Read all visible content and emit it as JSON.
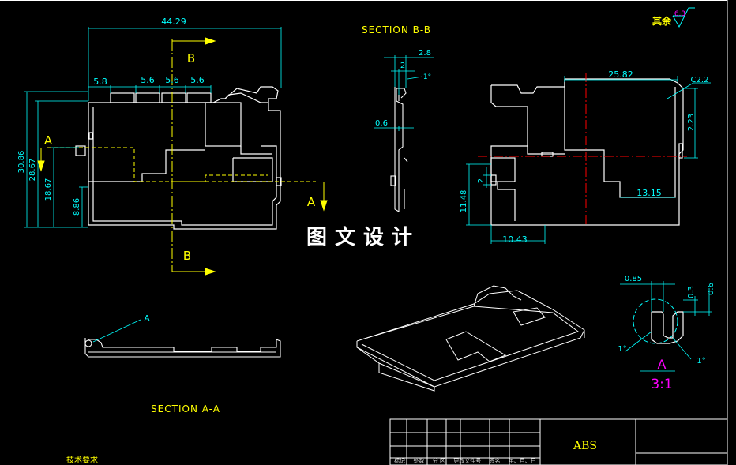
{
  "views": {
    "section_bb_title": "SECTION B-B",
    "section_aa_title": "SECTION A-A",
    "detail_label": "A",
    "detail_scale": "3:1"
  },
  "markers": {
    "cut_a": "A",
    "cut_b": "B"
  },
  "dimensions": {
    "front": {
      "overall_width": "44.29",
      "rib1": "5.8",
      "rib2": "5.6",
      "rib3": "5.6",
      "rib4": "5.6",
      "overall_height": "30.86",
      "h2": "28.67",
      "h3": "18.67",
      "h4": "8.86"
    },
    "section_bb": {
      "top": "2.8",
      "d2": "2",
      "angle": "1°",
      "thk": "0.6"
    },
    "right": {
      "width": "25.82",
      "chamfer": "C2.2",
      "h_right": "2.23",
      "h_left": "11.48",
      "d2": "2",
      "bottom": "10.43",
      "inner": "13.15"
    },
    "detail": {
      "w": "0.85",
      "h1": "0.3",
      "h2": "0.6",
      "ang1": "1°",
      "ang2": "1°"
    }
  },
  "annotations": {
    "leader_a": "A",
    "surface_note": "其余",
    "roughness": "6.3"
  },
  "watermark": "图文设计",
  "title_block": {
    "material": "ABS",
    "headers": [
      "标记",
      "处数",
      "分 区",
      "更改文件号",
      "签名",
      "年、月、日"
    ]
  },
  "tech_req": "技术要求",
  "colors": {
    "outline": "#ffffff",
    "dimension": "#00ffff",
    "text": "#ffff00",
    "centerline": "#ff0000",
    "hidden": "#ffff00",
    "detail_text": "#ff00ff"
  }
}
